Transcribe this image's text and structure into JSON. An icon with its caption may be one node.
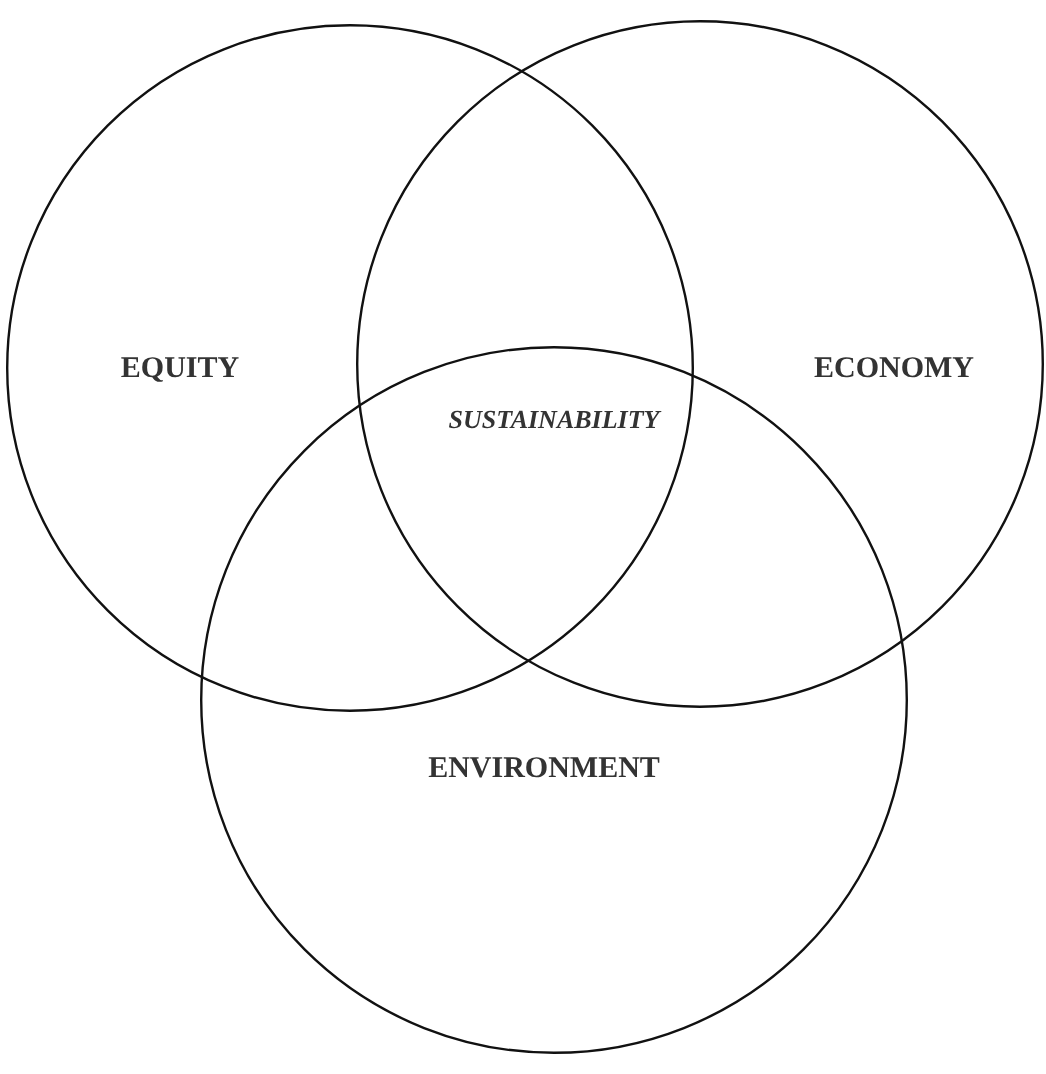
{
  "diagram": {
    "nodes": [
      {
        "text": [
          "EQUITY"
        ]
      },
      {
        "text": [
          "ECONOMY"
        ]
      },
      {
        "text": [
          "ENVIRONMENT"
        ]
      }
    ],
    "labels": [
      "SUSTAINABILITY"
    ]
  }
}
